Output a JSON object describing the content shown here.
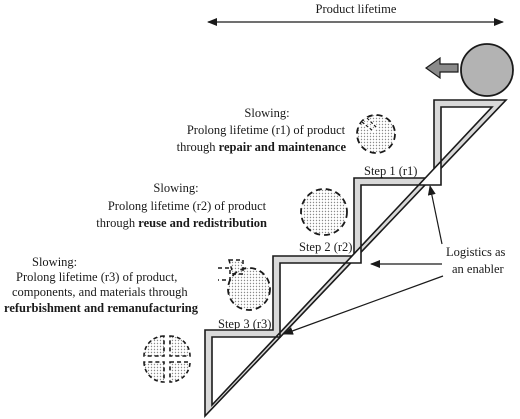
{
  "top_label": "Product lifetime",
  "steps": [
    {
      "label": "Step 1 (r1)"
    },
    {
      "label": "Step 2 (r2)"
    },
    {
      "label": "Step 3 (r3)"
    }
  ],
  "annotations": [
    {
      "heading": "Slowing:",
      "line1": "Prolong lifetime (r1) of product",
      "line2_prefix": "through ",
      "line2_bold": "repair and maintenance"
    },
    {
      "heading": "Slowing:",
      "line1": "Prolong lifetime (r2) of product",
      "line2_prefix": "through ",
      "line2_bold": "reuse and redistribution"
    },
    {
      "heading": "Slowing:",
      "line1": "Prolong lifetime (r3) of product,",
      "line2": "components, and materials through",
      "line3_bold": "refurbishment and remanufacturing"
    }
  ],
  "logistics_label": {
    "line1": "Logistics as",
    "line2": "an enabler"
  },
  "colors": {
    "stroke": "#1a1a1a",
    "step_fill": "#d9d9d9",
    "ball_fill": "#b3b3b3",
    "dot": "#8a8a8a"
  }
}
